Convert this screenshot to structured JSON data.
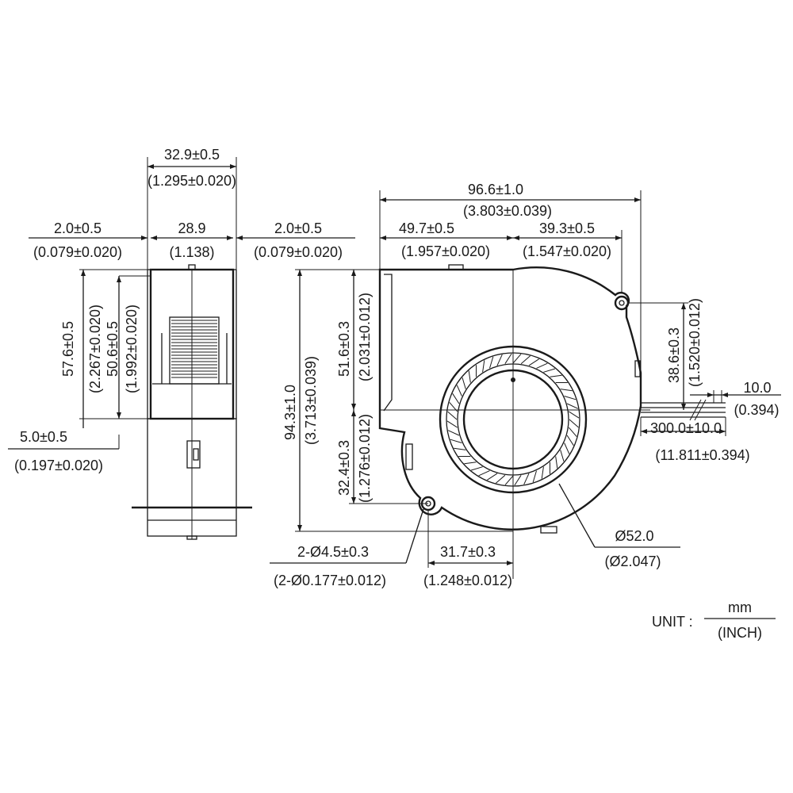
{
  "side_view": {
    "overall_width_mm": "32.9±0.5",
    "overall_width_in": "(1.295±0.020)",
    "inner_width_mm": "28.9",
    "inner_width_in": "(1.138)",
    "left_flange_mm": "2.0±0.5",
    "left_flange_in": "(0.079±0.020)",
    "right_flange_mm": "2.0±0.5",
    "right_flange_in": "(0.079±0.020)",
    "height_outer_mm": "57.6±0.5",
    "height_outer_in": "(2.267±0.020)",
    "height_inner_mm": "50.6±0.5",
    "height_inner_in": "(1.992±0.020)",
    "bottom_offset_mm": "5.0±0.5",
    "bottom_offset_in": "(0.197±0.020)"
  },
  "front_view": {
    "overall_width_mm": "96.6±1.0",
    "overall_width_in": "(3.803±0.039)",
    "left_to_center_mm": "49.7±0.5",
    "left_to_center_in": "(1.957±0.020)",
    "center_to_hole_mm": "39.3±0.5",
    "center_to_hole_in": "(1.547±0.020)",
    "overall_height_mm": "94.3±1.0",
    "overall_height_in": "(3.713±0.039)",
    "upper_height_mm": "51.6±0.3",
    "upper_height_in": "(2.031±0.012)",
    "lower_height_mm": "32.4±0.3",
    "lower_height_in": "(1.276±0.012)",
    "hole_to_center_v_mm": "38.6±0.3",
    "hole_to_center_v_in": "(1.520±0.012)",
    "lead_strip_mm": "10.0",
    "lead_strip_in": "(0.394)",
    "lead_length_mm": "300.0±10.0",
    "lead_length_in": "(11.811±0.394)",
    "hole_dia_mm": "2-Ø4.5±0.3",
    "hole_dia_in": "(2-Ø0.177±0.012)",
    "hole_offset_mm": "31.7±0.3",
    "hole_offset_in": "(1.248±0.012)",
    "impeller_dia_mm": "Ø52.0",
    "impeller_dia_in": "(Ø2.047)"
  },
  "units": {
    "label": "UNIT :",
    "numerator": "mm",
    "denominator": "(INCH)"
  }
}
